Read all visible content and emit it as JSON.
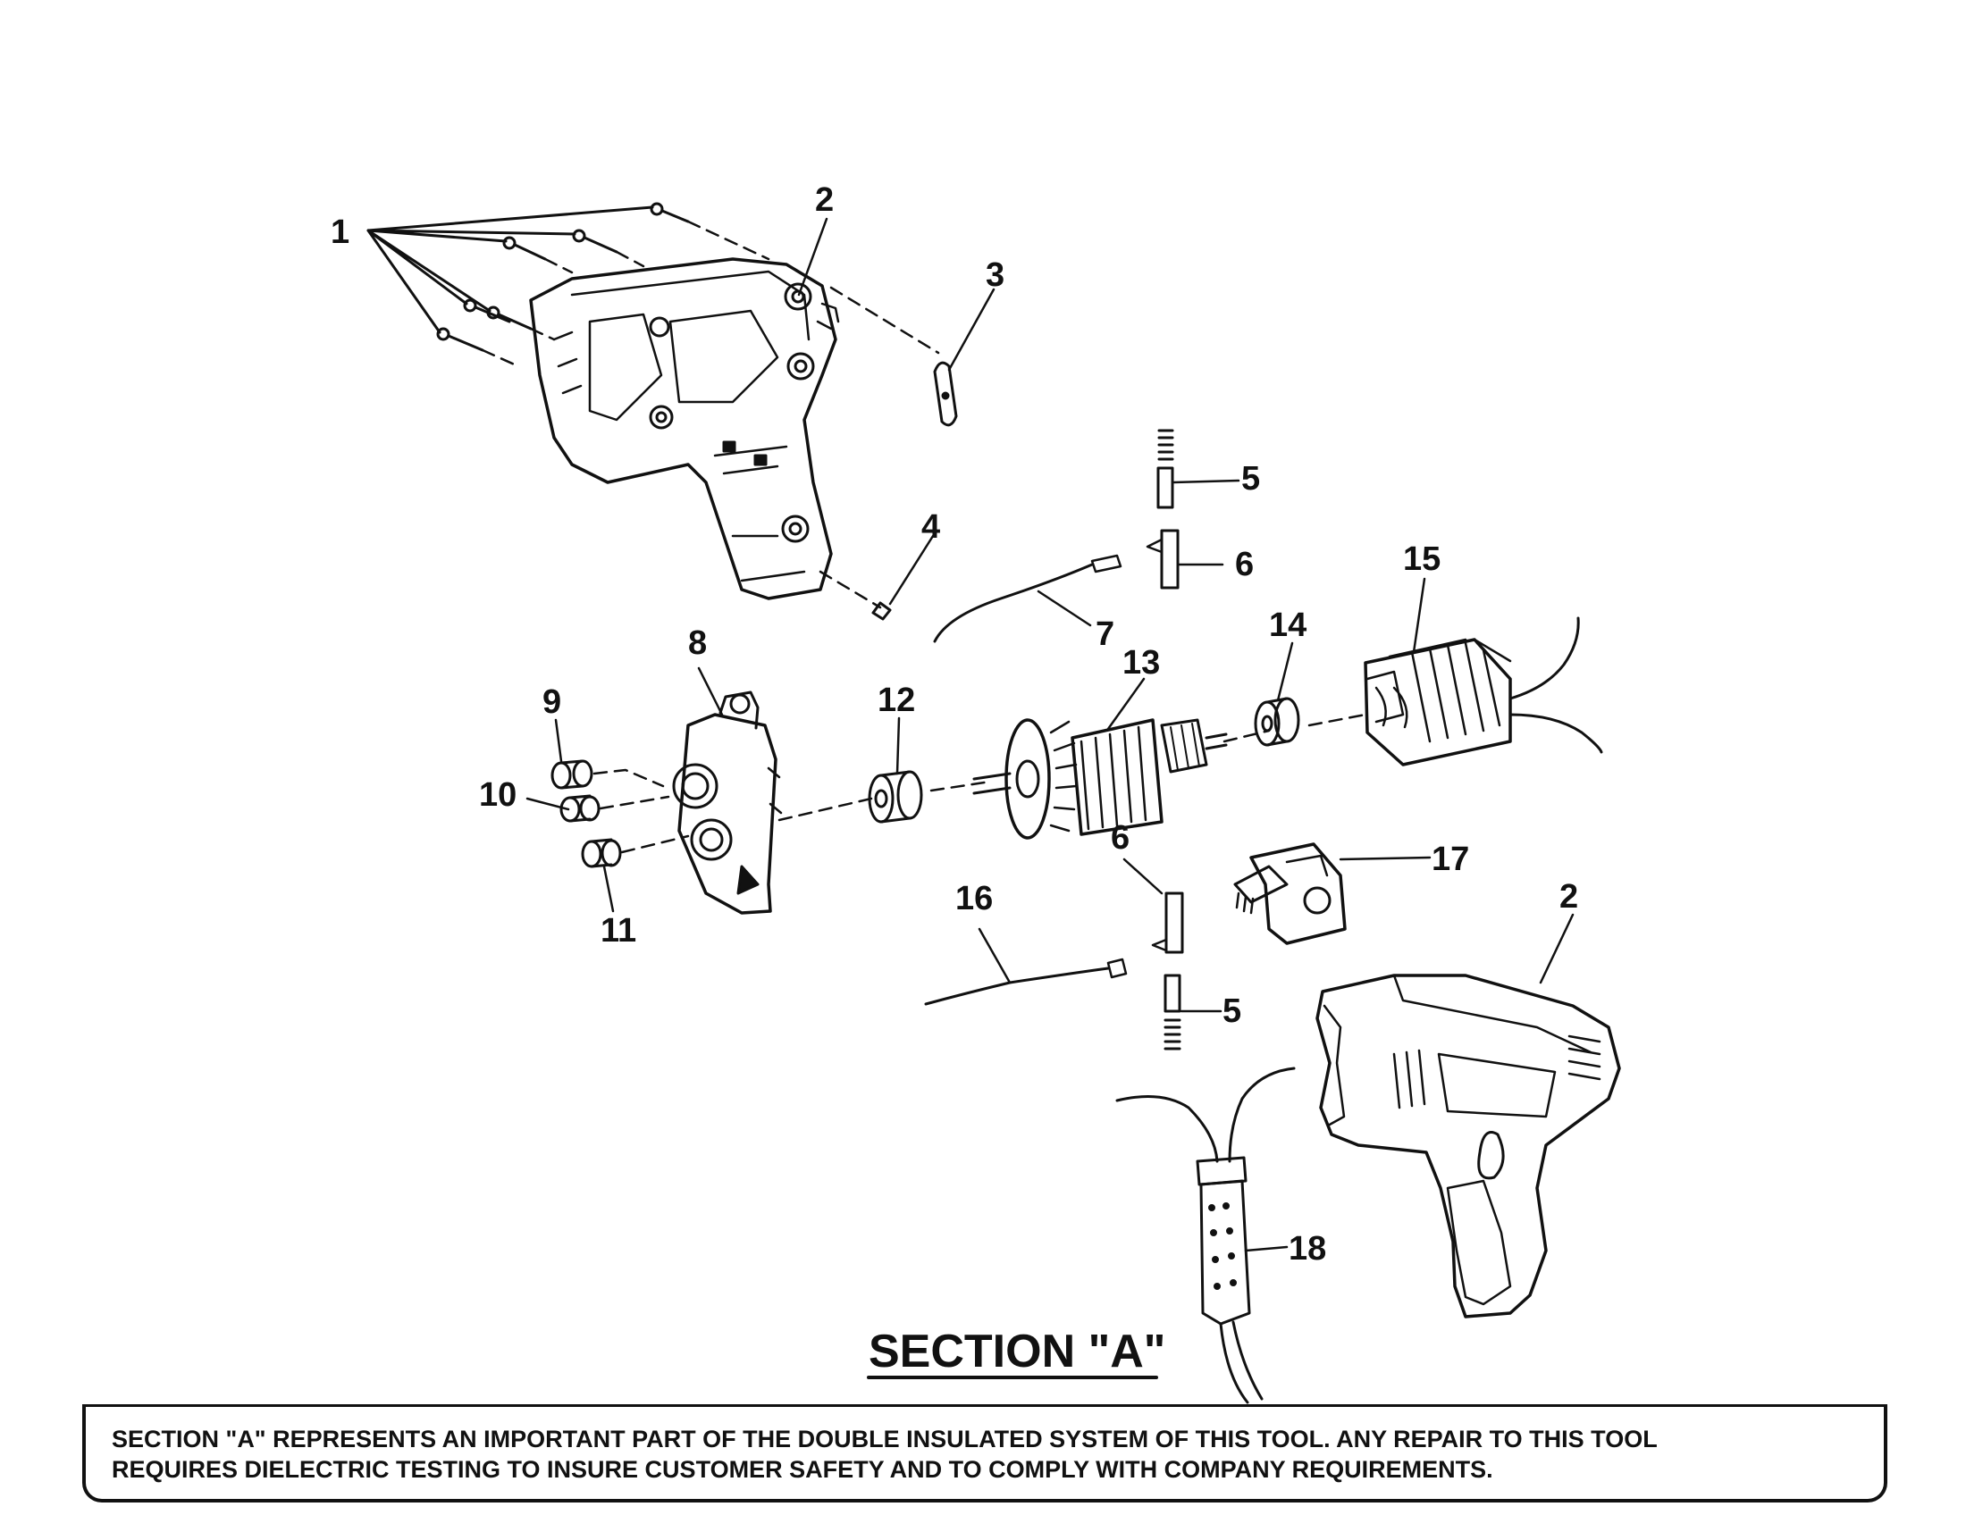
{
  "section_title": "SECTION \"A\"",
  "callouts": {
    "c1": "1",
    "c2a": "2",
    "c2b": "2",
    "c3": "3",
    "c4": "4",
    "c5a": "5",
    "c5b": "5",
    "c6a": "6",
    "c6b": "6",
    "c7": "7",
    "c8": "8",
    "c9": "9",
    "c10": "10",
    "c11": "11",
    "c12": "12",
    "c13": "13",
    "c14": "14",
    "c15": "15",
    "c16": "16",
    "c17": "17",
    "c18": "18"
  },
  "note": {
    "line1": "SECTION \"A\" REPRESENTS AN IMPORTANT PART OF THE DOUBLE INSULATED SYSTEM OF THIS TOOL.  ANY REPAIR TO THIS TOOL",
    "line2": "REQUIRES DIELECTRIC TESTING TO INSURE CUSTOMER SAFETY AND TO COMPLY WITH COMPANY REQUIREMENTS."
  }
}
